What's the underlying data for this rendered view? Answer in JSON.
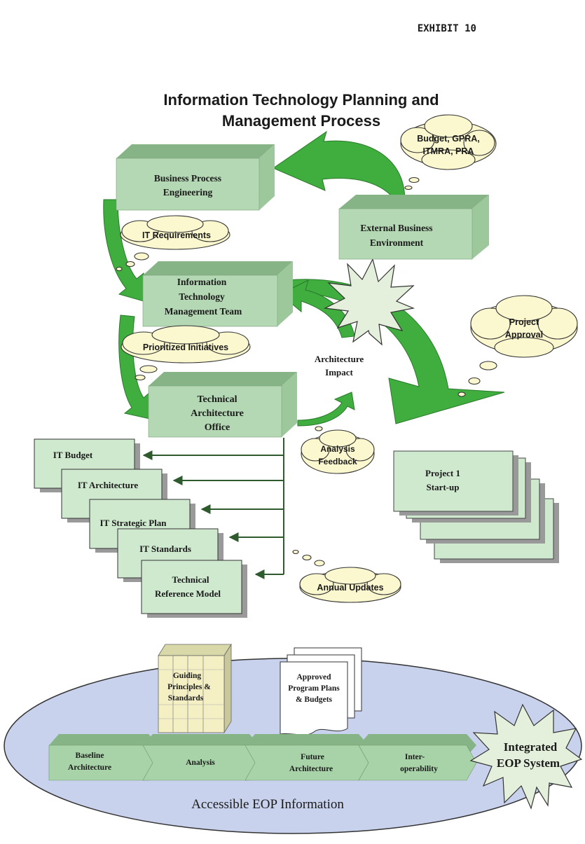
{
  "exhibit_label": "EXHIBIT 10",
  "title_line1": "Information Technology Planning and",
  "title_line2": "Management Process",
  "boxes": {
    "bpe": [
      "Business Process",
      "Engineering"
    ],
    "ext": [
      "External Business",
      "Environment"
    ],
    "itmt": [
      "Information",
      "Technology",
      "Management Team"
    ],
    "tao": [
      "Technical",
      "Architecture",
      "Office"
    ],
    "project": [
      "Project  1",
      "Start-up"
    ]
  },
  "clouds": {
    "budget": [
      "Budget, GPRA,",
      "ITMRA, PRA"
    ],
    "it_requirements": "IT Requirements",
    "prioritized": "Prioritized Initiatives",
    "project_approval": [
      "Project",
      "Approval"
    ],
    "analysis_feedback": [
      "Analysis",
      "Feedback"
    ],
    "annual_updates": "Annual Updates"
  },
  "architecture_impact": [
    "Architecture",
    "Impact"
  ],
  "documents": [
    "IT Budget",
    "IT Architecture",
    "IT Strategic Plan",
    "IT Standards",
    [
      "Technical",
      "Reference Model"
    ]
  ],
  "bottom": {
    "guiding": [
      "Guiding",
      "Principles &",
      "Standards"
    ],
    "approved": [
      "Approved",
      "Program Plans",
      "& Budgets"
    ],
    "stages": [
      [
        "Baseline",
        "Architecture"
      ],
      [
        "Analysis"
      ],
      [
        "Future",
        "Architecture"
      ],
      [
        "Inter-",
        "operability"
      ]
    ],
    "integrated": [
      "Integrated",
      "EOP System"
    ],
    "footer": "Accessible EOP Information"
  },
  "colors": {
    "box_front": "#b4d8b4",
    "box_top": "#86b486",
    "box_side": "#9cc89c",
    "arrow": "#3fae3f",
    "cloud": "#fbf7cf",
    "doc": "#cfe9cf",
    "ellipse": "#c9d2ec"
  }
}
